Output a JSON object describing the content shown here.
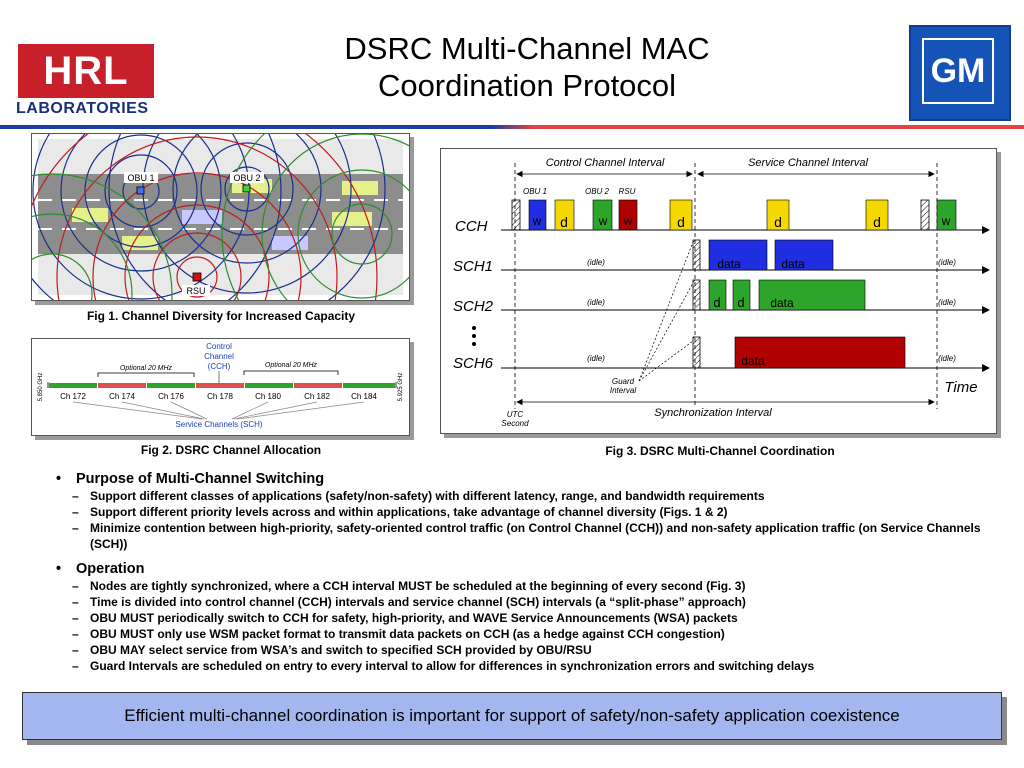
{
  "title": {
    "line1": "DSRC Multi-Channel MAC",
    "line2": "Coordination Protocol"
  },
  "logos": {
    "hrl": "HRL",
    "hrl_sub": "LABORATORIES",
    "registered": "®",
    "gm": "GM"
  },
  "colors": {
    "hrl_red": "#c8202a",
    "gm_blue": "#1653b6",
    "banner": "#a4b6f0",
    "w": "#1f2ee0",
    "d": "#f5d800",
    "data_green": "#2ca52a",
    "data_red": "#b00000"
  },
  "fig1": {
    "caption": "Fig 1.  Channel Diversity for Increased Capacity",
    "labels": {
      "obu1": "OBU 1",
      "obu2": "OBU 2",
      "rsu": "RSU"
    }
  },
  "fig2": {
    "caption": "Fig 2.  DSRC Channel Allocation",
    "cch_label": [
      "Control",
      "Channel",
      "(CCH)"
    ],
    "optional_left": "Optional 20 MHz",
    "optional_right": "Optional 20 MHz",
    "freq_left": "5.850 GHz",
    "freq_right": "5.925 GHz",
    "channels": [
      "Ch 172",
      "Ch 174",
      "Ch 176",
      "Ch 178",
      "Ch 180",
      "Ch 182",
      "Ch 184"
    ],
    "sch_label": "Service Channels (SCH)"
  },
  "fig3": {
    "caption": "Fig 3.  DSRC Multi-Channel Coordination",
    "cci": "Control Channel Interval",
    "sci": "Service Channel Interval",
    "obu1": "OBU 1",
    "obu2": "OBU 2",
    "rsu": "RSU",
    "rows": [
      "CCH",
      "SCH1",
      "SCH2",
      "SCH6"
    ],
    "w": "w",
    "d": "d",
    "data": "data",
    "idle": "(idle)",
    "guard": [
      "Guard",
      "Interval"
    ],
    "time": "Time",
    "utc": [
      "UTC",
      "Second"
    ],
    "sync": "Synchronization Interval"
  },
  "bullets": [
    {
      "title": "Purpose of Multi-Channel Switching",
      "items": [
        "Support different classes of applications (safety/non-safety) with different latency, range, and bandwidth requirements",
        "Support different priority levels across and within applications, take advantage of channel diversity (Figs. 1 & 2)",
        "Minimize contention between high-priority, safety-oriented control traffic (on Control Channel (CCH)) and non-safety application traffic (on Service Channels (SCH))"
      ]
    },
    {
      "title": "Operation",
      "items": [
        "Nodes are tightly synchronized, where a CCH interval MUST be scheduled at the beginning of every second (Fig. 3)",
        "Time is divided into control channel (CCH) intervals and service channel (SCH) intervals (a “split-phase” approach)",
        "OBU MUST periodically switch to CCH for safety, high-priority, and WAVE Service Announcements (WSA) packets",
        "OBU MUST only use WSM packet format to transmit data packets on CCH (as a hedge against CCH congestion)",
        "OBU MAY select service from WSA’s and switch to specified SCH provided by OBU/RSU",
        "Guard Intervals are scheduled on entry to every interval to allow for differences in synchronization errors and switching delays"
      ]
    }
  ],
  "banner": "Efficient multi-channel coordination is important for support of safety/non-safety application coexistence"
}
